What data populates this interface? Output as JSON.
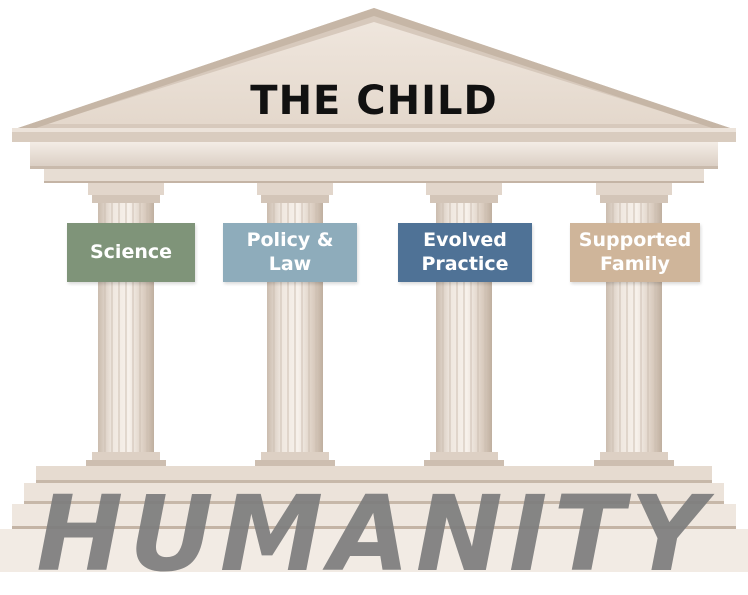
{
  "pediment": {
    "title": "THE CHILD"
  },
  "pillars": [
    {
      "label": "Science",
      "color": "#7f9479"
    },
    {
      "label": "Policy &\nLaw",
      "color": "#8eacbb"
    },
    {
      "label": "Evolved\nPractice",
      "color": "#4f7296"
    },
    {
      "label": "Supported\nFamily",
      "color": "#cfb59a"
    }
  ],
  "base": {
    "word": "HUMANITY"
  },
  "colors": {
    "stone_light": "#f1e9e1",
    "stone_mid": "#ded2c7",
    "stone_dark": "#c4b5a7"
  }
}
